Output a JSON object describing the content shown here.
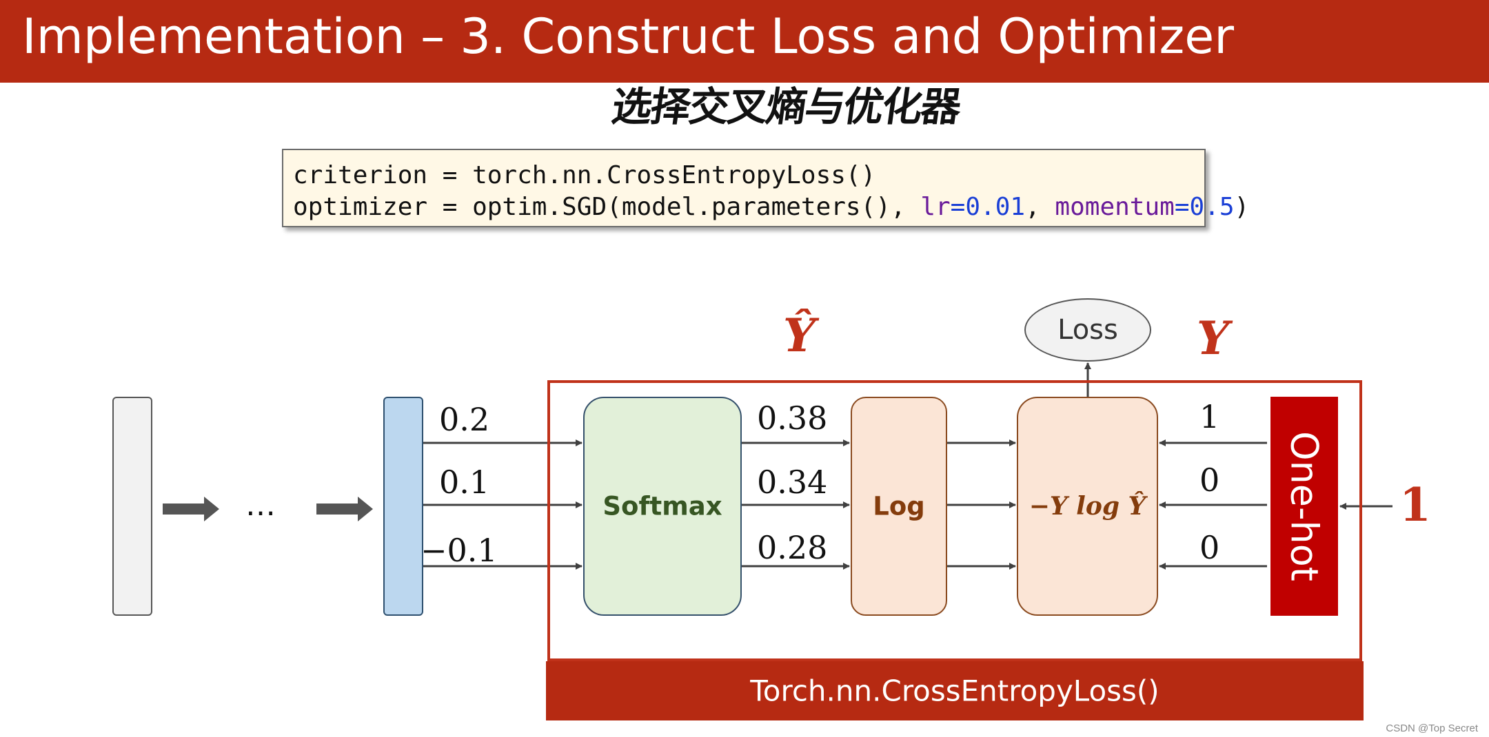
{
  "slide": {
    "title": "Implementation – 3. Construct Loss and Optimizer",
    "handwritten_note": "选择交叉熵与优化器"
  },
  "code": {
    "line1": "criterion = torch.nn.CrossEntropyLoss()",
    "line2_prefix": "optimizer = optim.SGD(model.parameters(), ",
    "lr_kw": "lr",
    "eq1": "=",
    "lr_val": "0.01",
    "comma": ", ",
    "momentum_kw": "momentum",
    "eq2": "=",
    "momentum_val": "0.5",
    "close": ")"
  },
  "diagram": {
    "ellipsis": "…",
    "logits": [
      "0.2",
      "0.1",
      "−0.1"
    ],
    "softmax_out": [
      "0.38",
      "0.34",
      "0.28"
    ],
    "onehot_vals": [
      "1",
      "0",
      "0"
    ],
    "softmax_label": "Softmax",
    "log_label": "Log",
    "ylog_label": "−Y log Ŷ",
    "onehot_label": "One-hot",
    "loss_label": "Loss",
    "y_hat_symbol": "Ŷ",
    "y_symbol": "Y",
    "target_value": "1",
    "bottom_label": "Torch.nn.CrossEntropyLoss()"
  },
  "footer": {
    "watermark": "CSDN @Top Secret"
  },
  "colors": {
    "brand_red": "#b62a12",
    "onehot_red": "#c00000",
    "softmax_fill": "#e2f0d9",
    "log_fill": "#fbe5d6",
    "logit_fill": "#bcd7ef"
  }
}
